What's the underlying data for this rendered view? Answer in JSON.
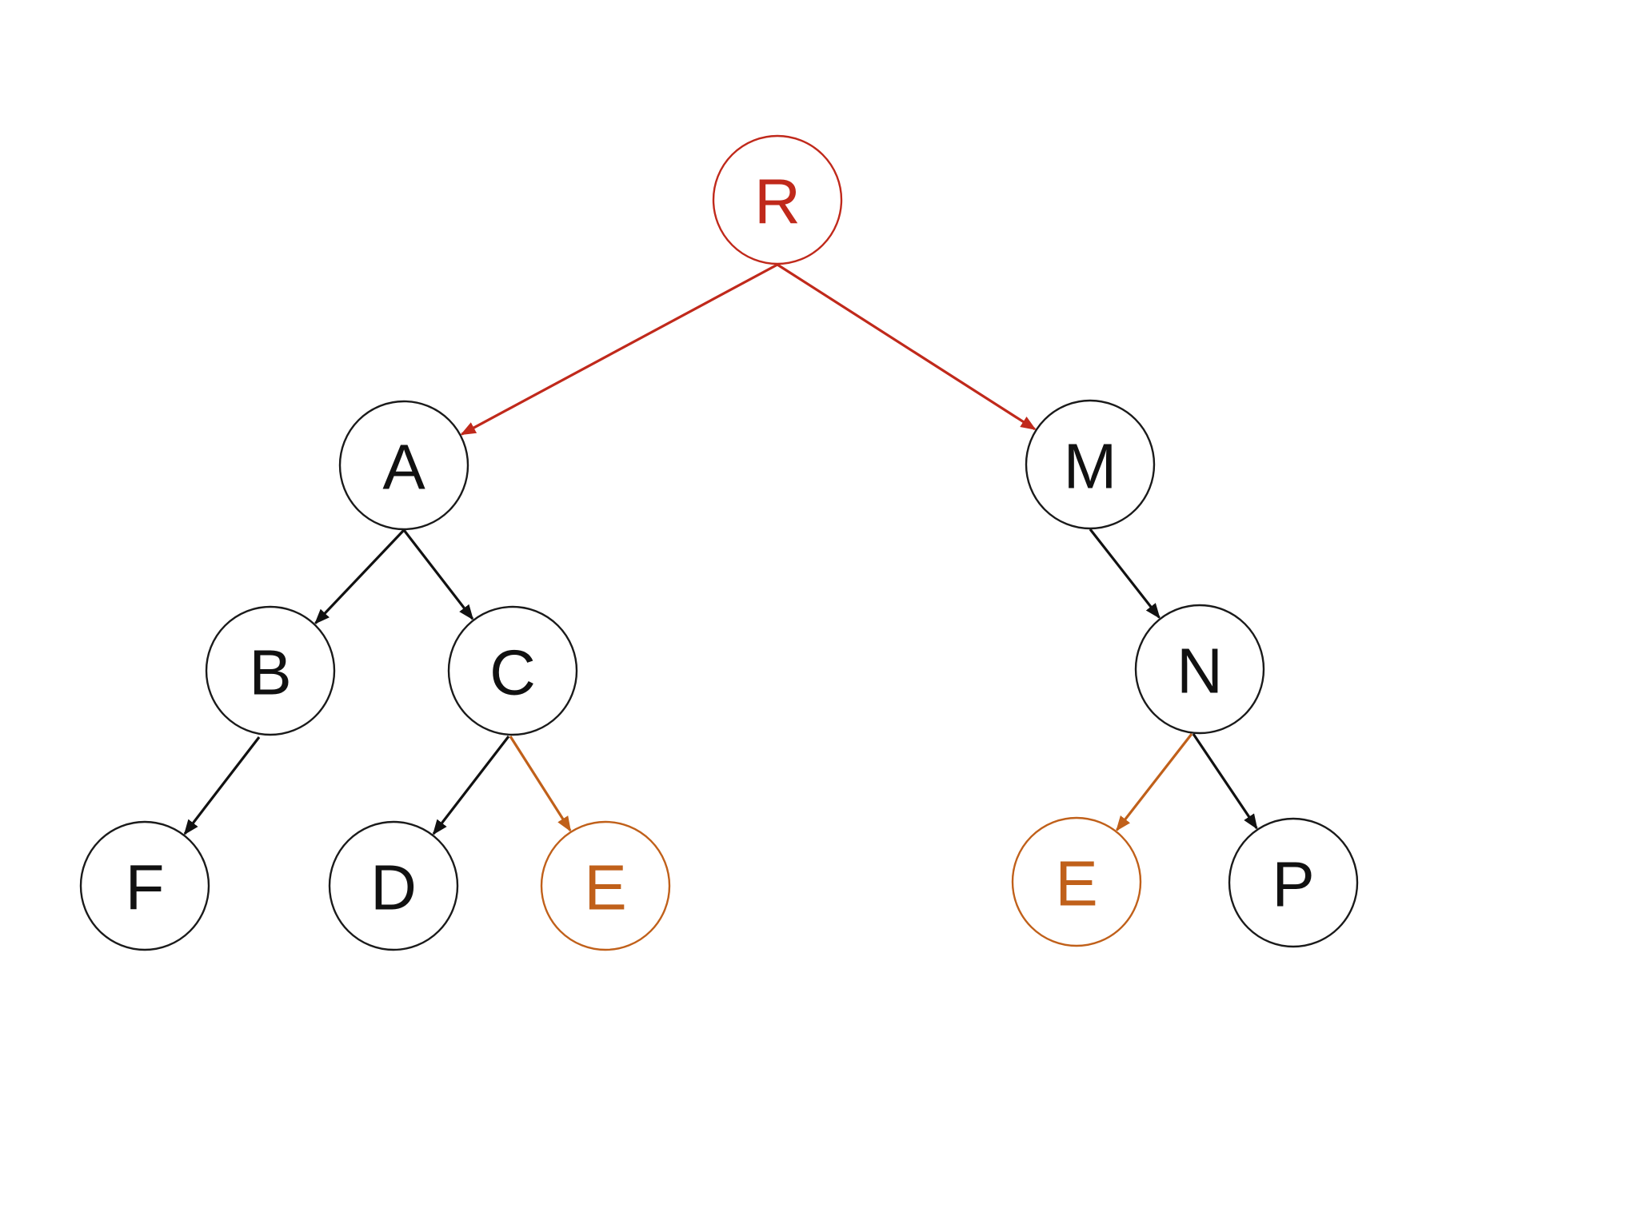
{
  "colors": {
    "root": "#c0291b",
    "highlight": "#c0601a",
    "default": "#111111"
  },
  "nodes": [
    {
      "id": "R",
      "label": "R",
      "color": "root"
    },
    {
      "id": "A",
      "label": "A",
      "color": "default"
    },
    {
      "id": "M",
      "label": "M",
      "color": "default"
    },
    {
      "id": "B",
      "label": "B",
      "color": "default"
    },
    {
      "id": "C",
      "label": "C",
      "color": "default"
    },
    {
      "id": "N",
      "label": "N",
      "color": "default"
    },
    {
      "id": "F",
      "label": "F",
      "color": "default"
    },
    {
      "id": "D",
      "label": "D",
      "color": "default"
    },
    {
      "id": "E1",
      "label": "E",
      "color": "highlight"
    },
    {
      "id": "E2",
      "label": "E",
      "color": "highlight"
    },
    {
      "id": "P",
      "label": "P",
      "color": "default"
    }
  ],
  "edges": [
    {
      "from": "R",
      "to": "A",
      "color": "root"
    },
    {
      "from": "R",
      "to": "M",
      "color": "root"
    },
    {
      "from": "A",
      "to": "B",
      "color": "default"
    },
    {
      "from": "A",
      "to": "C",
      "color": "default"
    },
    {
      "from": "M",
      "to": "N",
      "color": "default"
    },
    {
      "from": "B",
      "to": "F",
      "color": "default"
    },
    {
      "from": "C",
      "to": "D",
      "color": "default"
    },
    {
      "from": "C",
      "to": "E1",
      "color": "highlight"
    },
    {
      "from": "N",
      "to": "E2",
      "color": "highlight"
    },
    {
      "from": "N",
      "to": "P",
      "color": "default"
    }
  ]
}
